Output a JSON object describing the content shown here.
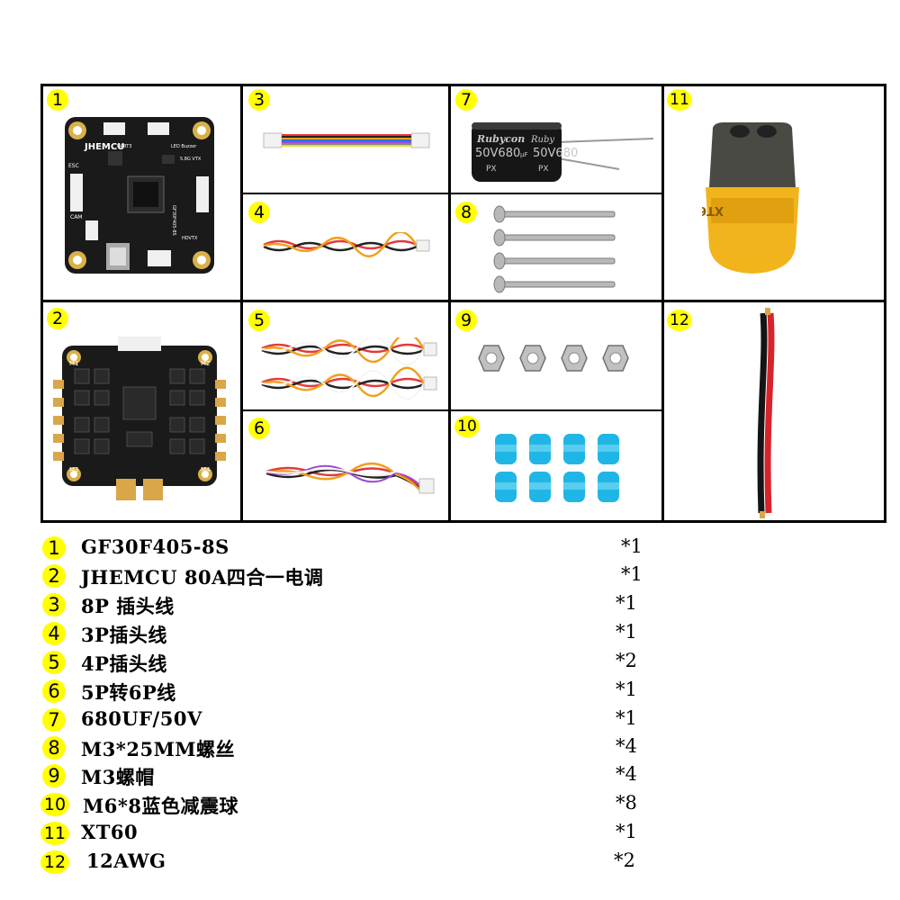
{
  "cells": [
    {
      "num": "1"
    },
    {
      "num": "2"
    },
    {
      "num": "3"
    },
    {
      "num": "4"
    },
    {
      "num": "5"
    },
    {
      "num": "6"
    },
    {
      "num": "7"
    },
    {
      "num": "8"
    },
    {
      "num": "9"
    },
    {
      "num": "10"
    },
    {
      "num": "11"
    },
    {
      "num": "12"
    }
  ],
  "fc_board": {
    "brand": "JHEMCU",
    "model": "GF30F405-8S",
    "labels": [
      "UART3",
      "LED Buzzer",
      "5.8G VTX",
      "ESC",
      "CAM",
      "HDVTX"
    ]
  },
  "esc_board": {
    "motor_labels": [
      "M1",
      "M2",
      "M3",
      "M4"
    ]
  },
  "capacitor": {
    "brand": "Rubycon",
    "rating": "50V680",
    "unit": "µF",
    "series": "PX"
  },
  "connector": {
    "text": "XT60-M"
  },
  "items": [
    {
      "num": "1",
      "name": "GF30F405-8S",
      "qty": "*1"
    },
    {
      "num": "2",
      "name": "JHEMCU 80A四合一电调",
      "qty": "*1"
    },
    {
      "num": "3",
      "name": "8P 插头线",
      "qty": "*1"
    },
    {
      "num": "4",
      "name": "3P插头线",
      "qty": "*1"
    },
    {
      "num": "5",
      "name": "4P插头线",
      "qty": "*2"
    },
    {
      "num": "6",
      "name": "5P转6P线",
      "qty": "*1"
    },
    {
      "num": "7",
      "name": "680UF/50V",
      "qty": "*1"
    },
    {
      "num": "8",
      "name": "M3*25MM螺丝",
      "qty": "*4"
    },
    {
      "num": "9",
      "name": "M3螺帽",
      "qty": "*4"
    },
    {
      "num": "10",
      "name": "M6*8蓝色减震球",
      "qty": "*8"
    },
    {
      "num": "11",
      "name": "XT60",
      "qty": "*1"
    },
    {
      "num": "12",
      "name": "12AWG",
      "qty": "*2"
    }
  ],
  "colors": {
    "badge": "#ffff00",
    "border": "#000000",
    "pcb": "#1a1a1a",
    "damper": "#1fb6e6",
    "xt60_body": "#f2b41c",
    "xt60_cap": "#4a4a44",
    "wire_red": "#d8232a",
    "wire_black": "#141414"
  }
}
